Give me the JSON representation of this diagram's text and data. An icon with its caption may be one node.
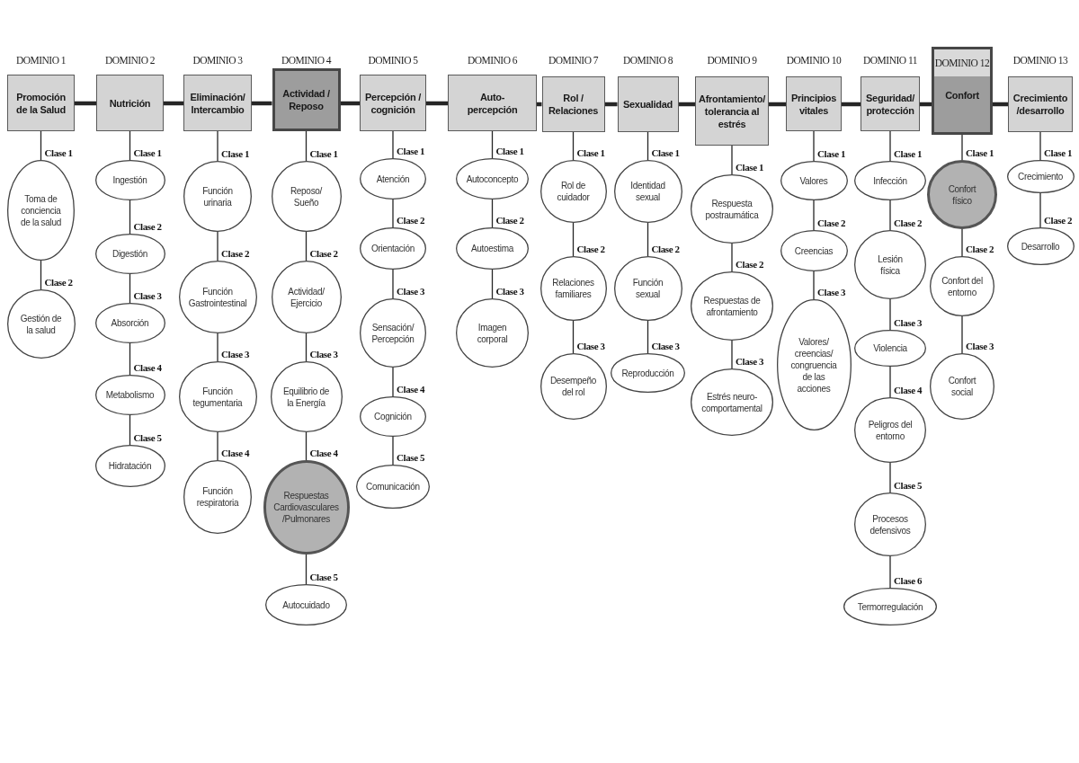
{
  "diagram": {
    "nodes": [
      {
        "text": [
          "DOMINIO 1",
          "Promoción de la Salud"
        ]
      },
      {
        "text": [
          "Toma de conciencia de la salud"
        ]
      },
      {
        "text": [
          "Gestión de la salud"
        ]
      },
      {
        "text": [
          "DOMINIO 2",
          "Nutrición"
        ]
      },
      {
        "text": [
          "Ingestión"
        ]
      },
      {
        "text": [
          "Digestión"
        ]
      },
      {
        "text": [
          "Absorción"
        ]
      },
      {
        "text": [
          "Metabolismo"
        ]
      },
      {
        "text": [
          "Hidratación"
        ]
      },
      {
        "text": [
          "DOMINIO 3",
          "Eliminación/ Intercambio"
        ]
      },
      {
        "text": [
          "Función urinaria"
        ]
      },
      {
        "text": [
          "Función Gastrointestinal"
        ]
      },
      {
        "text": [
          "Función tegumentaria"
        ]
      },
      {
        "text": [
          "Función respiratoria"
        ]
      },
      {
        "text": [
          "DOMINIO 4",
          "Actividad / Reposo"
        ]
      },
      {
        "text": [
          "Reposo/ Sueño"
        ]
      },
      {
        "text": [
          "Actividad/ Ejercicio"
        ]
      },
      {
        "text": [
          "Equilibrio de la Energía"
        ]
      },
      {
        "text": [
          "Respuestas Cardiovasculares /Pulmonares"
        ]
      },
      {
        "text": [
          "Autocuidado"
        ]
      },
      {
        "text": [
          "DOMINIO 5",
          "Percepción / cognición"
        ]
      },
      {
        "text": [
          "Atención"
        ]
      },
      {
        "text": [
          "Orientación"
        ]
      },
      {
        "text": [
          "Sensación/ Percepción"
        ]
      },
      {
        "text": [
          "Cognición"
        ]
      },
      {
        "text": [
          "Comunicación"
        ]
      },
      {
        "text": [
          "DOMINIO 6",
          "Auto-percepción"
        ]
      },
      {
        "text": [
          "Autoconcepto"
        ]
      },
      {
        "text": [
          "Autoestima"
        ]
      },
      {
        "text": [
          "Imagen corporal"
        ]
      },
      {
        "text": [
          "DOMINIO 7",
          "Rol / Relaciones"
        ]
      },
      {
        "text": [
          "Rol de cuidador"
        ]
      },
      {
        "text": [
          "Relaciones familiares"
        ]
      },
      {
        "text": [
          "Desempeño del rol"
        ]
      },
      {
        "text": [
          "DOMINIO 8",
          "Sexualidad"
        ]
      },
      {
        "text": [
          "Identidad sexual"
        ]
      },
      {
        "text": [
          "Función sexual"
        ]
      },
      {
        "text": [
          "Reproducción"
        ]
      },
      {
        "text": [
          "DOMINIO 9",
          "Afrontamiento/ tolerancia al estrés"
        ]
      },
      {
        "text": [
          "Respuesta postraumática"
        ]
      },
      {
        "text": [
          "Respuestas de afrontamiento"
        ]
      },
      {
        "text": [
          "Estrés neuro-comportamental"
        ]
      },
      {
        "text": [
          "DOMINIO 10",
          "Principios vitales"
        ]
      },
      {
        "text": [
          "Valores"
        ]
      },
      {
        "text": [
          "Creencias"
        ]
      },
      {
        "text": [
          "Valores/ creencias/ congruencia de las acciones"
        ]
      },
      {
        "text": [
          "DOMINIO 11",
          "Seguridad/ protección"
        ]
      },
      {
        "text": [
          "Infección"
        ]
      },
      {
        "text": [
          "Lesión física"
        ]
      },
      {
        "text": [
          "Violencia"
        ]
      },
      {
        "text": [
          "Peligros del entorno"
        ]
      },
      {
        "text": [
          "Procesos defensivos"
        ]
      },
      {
        "text": [
          "Termorregulación"
        ]
      },
      {
        "text": [
          "DOMINIO 12",
          "Confort"
        ]
      },
      {
        "text": [
          "Confort físico"
        ]
      },
      {
        "text": [
          "Confort del entorno"
        ]
      },
      {
        "text": [
          "Confort social"
        ]
      },
      {
        "text": [
          "DOMINIO 13",
          "Crecimiento /desarrollo"
        ]
      },
      {
        "text": [
          "Crecimiento"
        ]
      },
      {
        "text": [
          "Desarrollo"
        ]
      }
    ],
    "edges": [
      {
        "from": 0,
        "to": 3,
        "arrow": "none",
        "style": "thick"
      },
      {
        "from": 3,
        "to": 9,
        "arrow": "none",
        "style": "thick"
      },
      {
        "from": 9,
        "to": 14,
        "arrow": "none",
        "style": "thick"
      },
      {
        "from": 14,
        "to": 20,
        "arrow": "none",
        "style": "thick"
      },
      {
        "from": 20,
        "to": 26,
        "arrow": "none",
        "style": "thick"
      },
      {
        "from": 26,
        "to": 30,
        "arrow": "none",
        "style": "thick"
      },
      {
        "from": 30,
        "to": 34,
        "arrow": "none",
        "style": "thick"
      },
      {
        "from": 34,
        "to": 38,
        "arrow": "none",
        "style": "thick"
      },
      {
        "from": 38,
        "to": 42,
        "arrow": "none",
        "style": "thick"
      },
      {
        "from": 42,
        "to": 46,
        "arrow": "none",
        "style": "thick"
      },
      {
        "from": 46,
        "to": 53,
        "arrow": "none",
        "style": "thick"
      },
      {
        "from": 53,
        "to": 57,
        "arrow": "none",
        "style": "thick"
      },
      {
        "from": 0,
        "to": 1,
        "arrow": "none",
        "label": "Clase 1"
      },
      {
        "from": 1,
        "to": 2,
        "arrow": "none",
        "label": "Clase 2"
      },
      {
        "from": 3,
        "to": 4,
        "arrow": "none",
        "label": "Clase 1"
      },
      {
        "from": 4,
        "to": 5,
        "arrow": "none",
        "label": "Clase 2"
      },
      {
        "from": 5,
        "to": 6,
        "arrow": "none",
        "label": "Clase 3"
      },
      {
        "from": 6,
        "to": 7,
        "arrow": "none",
        "label": "Clase 4"
      },
      {
        "from": 7,
        "to": 8,
        "arrow": "none",
        "label": "Clase 5"
      },
      {
        "from": 9,
        "to": 10,
        "arrow": "none",
        "label": "Clase 1"
      },
      {
        "from": 10,
        "to": 11,
        "arrow": "none",
        "label": "Clase 2"
      },
      {
        "from": 11,
        "to": 12,
        "arrow": "none",
        "label": "Clase 3"
      },
      {
        "from": 12,
        "to": 13,
        "arrow": "none",
        "label": "Clase 4"
      },
      {
        "from": 14,
        "to": 15,
        "arrow": "none",
        "label": "Clase 1"
      },
      {
        "from": 15,
        "to": 16,
        "arrow": "none",
        "label": "Clase 2"
      },
      {
        "from": 16,
        "to": 17,
        "arrow": "none",
        "label": "Clase 3"
      },
      {
        "from": 17,
        "to": 18,
        "arrow": "none",
        "label": "Clase 4"
      },
      {
        "from": 18,
        "to": 19,
        "arrow": "none",
        "label": "Clase 5"
      },
      {
        "from": 20,
        "to": 21,
        "arrow": "none",
        "label": "Clase 1"
      },
      {
        "from": 21,
        "to": 22,
        "arrow": "none",
        "label": "Clase 2"
      },
      {
        "from": 22,
        "to": 23,
        "arrow": "none",
        "label": "Clase 3"
      },
      {
        "from": 23,
        "to": 24,
        "arrow": "none",
        "label": "Clase 4"
      },
      {
        "from": 24,
        "to": 25,
        "arrow": "none",
        "label": "Clase 5"
      },
      {
        "from": 26,
        "to": 27,
        "arrow": "none",
        "label": "Clase 1"
      },
      {
        "from": 27,
        "to": 28,
        "arrow": "none",
        "label": "Clase 2"
      },
      {
        "from": 28,
        "to": 29,
        "arrow": "none",
        "label": "Clase 3"
      },
      {
        "from": 30,
        "to": 31,
        "arrow": "none",
        "label": "Clase 1"
      },
      {
        "from": 31,
        "to": 32,
        "arrow": "none",
        "label": "Clase 2"
      },
      {
        "from": 32,
        "to": 33,
        "arrow": "none",
        "label": "Clase 3"
      },
      {
        "from": 34,
        "to": 35,
        "arrow": "none",
        "label": "Clase 1"
      },
      {
        "from": 35,
        "to": 36,
        "arrow": "none",
        "label": "Clase 2"
      },
      {
        "from": 36,
        "to": 37,
        "arrow": "none",
        "label": "Clase 3"
      },
      {
        "from": 38,
        "to": 39,
        "arrow": "none",
        "label": "Clase 1"
      },
      {
        "from": 39,
        "to": 40,
        "arrow": "none",
        "label": "Clase 2"
      },
      {
        "from": 40,
        "to": 41,
        "arrow": "none",
        "label": "Clase 3"
      },
      {
        "from": 42,
        "to": 43,
        "arrow": "none",
        "label": "Clase 1"
      },
      {
        "from": 43,
        "to": 44,
        "arrow": "none",
        "label": "Clase 2"
      },
      {
        "from": 44,
        "to": 45,
        "arrow": "none",
        "label": "Clase 3"
      },
      {
        "from": 46,
        "to": 47,
        "arrow": "none",
        "label": "Clase 1"
      },
      {
        "from": 47,
        "to": 48,
        "arrow": "none",
        "label": "Clase 2"
      },
      {
        "from": 48,
        "to": 49,
        "arrow": "none",
        "label": "Clase 3"
      },
      {
        "from": 49,
        "to": 50,
        "arrow": "none",
        "label": "Clase 4"
      },
      {
        "from": 50,
        "to": 51,
        "arrow": "none",
        "label": "Clase 5"
      },
      {
        "from": 51,
        "to": 52,
        "arrow": "none",
        "label": "Clase 6"
      },
      {
        "from": 53,
        "to": 54,
        "arrow": "none",
        "label": "Clase 1"
      },
      {
        "from": 54,
        "to": 55,
        "arrow": "none",
        "label": "Clase 2"
      },
      {
        "from": 55,
        "to": 56,
        "arrow": "none",
        "label": "Clase 3"
      },
      {
        "from": 57,
        "to": 58,
        "arrow": "none",
        "label": "Clase 1"
      },
      {
        "from": 58,
        "to": 59,
        "arrow": "none",
        "label": "Clase 2"
      }
    ]
  }
}
